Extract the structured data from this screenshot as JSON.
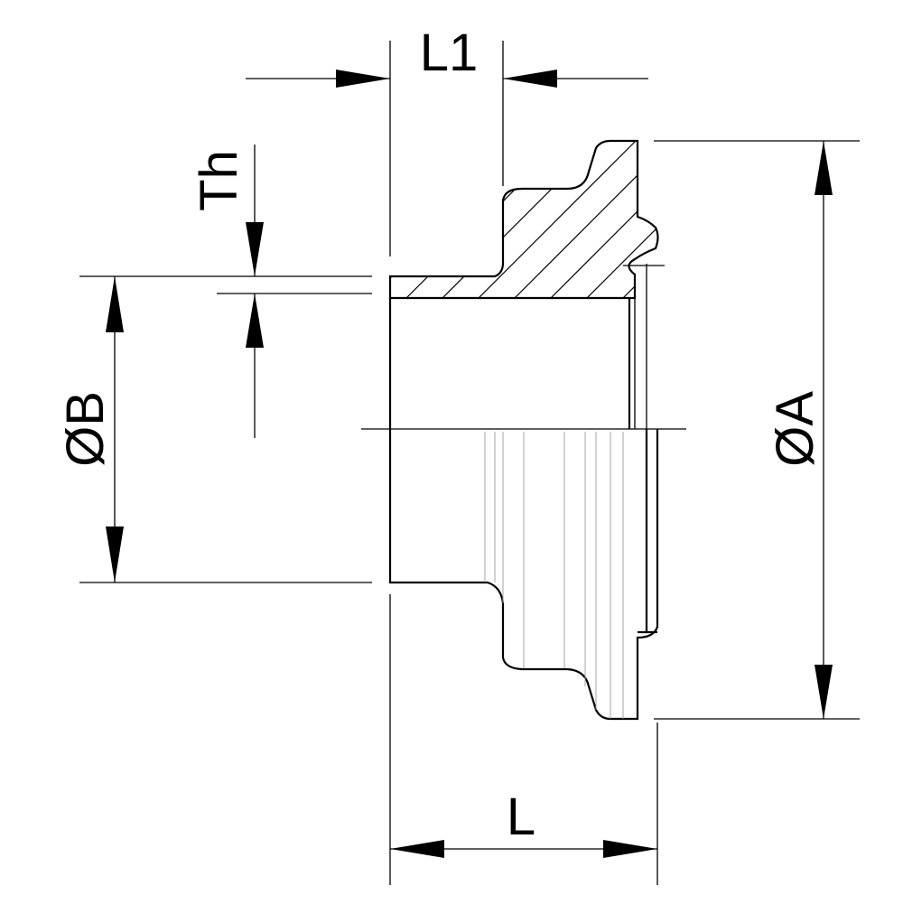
{
  "drawing": {
    "labels": {
      "l1": "L1",
      "th": "Th",
      "diameter_b": "ØB",
      "diameter_a": "ØA",
      "l": "L"
    }
  }
}
